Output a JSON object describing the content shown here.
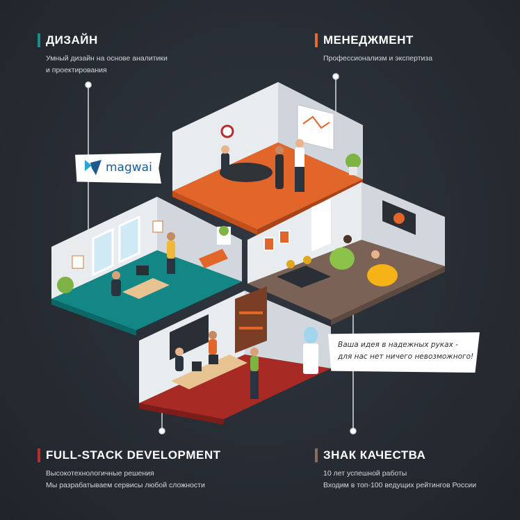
{
  "sections": {
    "design": {
      "title": "ДИЗАЙН",
      "line1": "Умный дизайн на основе аналитики",
      "line2": "и проектирования",
      "accent": "#1a8f86"
    },
    "management": {
      "title": "МЕНЕДЖМЕНТ",
      "line1": "Профессионализм и экспертиза",
      "accent": "#e46b2d"
    },
    "fullstack": {
      "title": "FULL-STACK DEVELOPMENT",
      "line1": "Высокотехнологичные решения",
      "line2": "Мы разрабатываем сервисы любой сложности",
      "accent": "#b92f2a"
    },
    "quality": {
      "title": "ЗНАК КАЧЕСТВА",
      "line1": "10 лет успешной работы",
      "line2": "Входим в топ-100 ведущих рейтингов России",
      "accent": "#8a6d5c"
    }
  },
  "brand": {
    "name": "magwai",
    "color": "#1f5a8f"
  },
  "callout": {
    "line1": "Ваша идея в надежных руках -",
    "line2": "для нас нет ничего невозможного!"
  },
  "colors": {
    "background": "#252a31",
    "floor_orange": "#e2652a",
    "floor_teal": "#138686",
    "floor_brown": "#7a6356",
    "floor_red": "#a82a25",
    "wall_light": "#e8ebee",
    "wall_shade": "#c7ccd2"
  }
}
